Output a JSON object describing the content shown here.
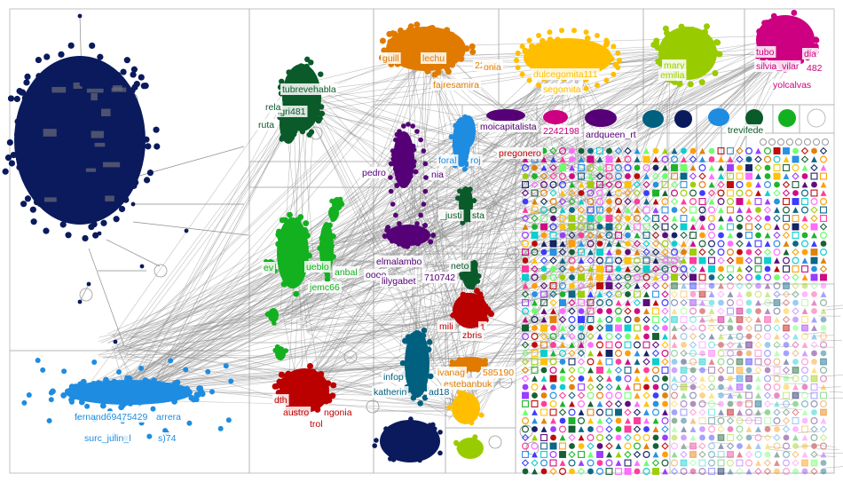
{
  "graph": {
    "colors": {
      "navy": "#0a1a5c",
      "darkgreen": "#0b5a2a",
      "orange": "#e07b00",
      "gold": "#ffbf00",
      "lime": "#99cc00",
      "magenta": "#cc0080",
      "purple": "#550077",
      "skyblue": "#1e8ce0",
      "green": "#13b020",
      "red": "#bb0000",
      "teal": "#006080",
      "edge": "#8c8c8c"
    },
    "labels": [
      {
        "text": "guill",
        "color": "#e07b00"
      },
      {
        "text": "lechu",
        "color": "#e07b00"
      },
      {
        "text": "22393",
        "color": "#e07b00"
      },
      {
        "text": "onia",
        "color": "#e07b00"
      },
      {
        "text": "fajresamira",
        "color": "#e07b00"
      },
      {
        "text": "dulcegomita111",
        "color": "#ffbf00"
      },
      {
        "text": "segomita",
        "color": "#ffbf00"
      },
      {
        "text": "mary",
        "color": "#99cc00"
      },
      {
        "text": "emilia",
        "color": "#99cc00"
      },
      {
        "text": "silvia_vilar",
        "color": "#cc0080"
      },
      {
        "text": "482",
        "color": "#cc0080"
      },
      {
        "text": "yolcalvas",
        "color": "#cc0080"
      },
      {
        "text": "tubo",
        "color": "#cc0080"
      },
      {
        "text": "dia",
        "color": "#cc0080"
      },
      {
        "text": "tubrevehabla",
        "color": "#0b5a2a"
      },
      {
        "text": "lgri481",
        "color": "#0b5a2a"
      },
      {
        "text": "rela",
        "color": "#0b5a2a"
      },
      {
        "text": "ruta",
        "color": "#0b5a2a"
      },
      {
        "text": "moicapitalista",
        "color": "#550077"
      },
      {
        "text": "2242198",
        "color": "#cc0080"
      },
      {
        "text": "ardqueen_rt",
        "color": "#550077"
      },
      {
        "text": "trevifede",
        "color": "#0b5a2a"
      },
      {
        "text": "pregonero",
        "color": "#bb0000"
      },
      {
        "text": "foral",
        "color": "#1e8ce0"
      },
      {
        "text": "roj",
        "color": "#1e8ce0"
      },
      {
        "text": "pedro",
        "color": "#550077"
      },
      {
        "text": "nia",
        "color": "#550077"
      },
      {
        "text": "_justi",
        "color": "#0b5a2a"
      },
      {
        "text": "sta",
        "color": "#0b5a2a"
      },
      {
        "text": "elmalambo",
        "color": "#550077"
      },
      {
        "text": "oooo",
        "color": "#550077"
      },
      {
        "text": "lilygabet",
        "color": "#550077"
      },
      {
        "text": "710742",
        "color": "#550077"
      },
      {
        "text": "neto",
        "color": "#0b5a2a"
      },
      {
        "text": "ev",
        "color": "#13b020"
      },
      {
        "text": "ueblo",
        "color": "#13b020"
      },
      {
        "text": "anbal",
        "color": "#13b020"
      },
      {
        "text": "jemc66",
        "color": "#13b020"
      },
      {
        "text": "mili",
        "color": "#bb0000"
      },
      {
        "text": "1",
        "color": "#bb0000"
      },
      {
        "text": "zbris",
        "color": "#bb0000"
      },
      {
        "text": "ivanag",
        "color": "#e07b00"
      },
      {
        "text": "585190",
        "color": "#e07b00"
      },
      {
        "text": "estebanbuk",
        "color": "#e07b00"
      },
      {
        "text": "infop",
        "color": "#006080"
      },
      {
        "text": "katherin",
        "color": "#006080"
      },
      {
        "text": "ad18",
        "color": "#006080"
      },
      {
        "text": "dth",
        "color": "#bb0000"
      },
      {
        "text": "austro",
        "color": "#bb0000"
      },
      {
        "text": "ngonia",
        "color": "#bb0000"
      },
      {
        "text": "trol",
        "color": "#bb0000"
      },
      {
        "text": "fernand69475429",
        "color": "#1e8ce0"
      },
      {
        "text": "arrera",
        "color": "#1e8ce0"
      },
      {
        "text": "surc_julin_l",
        "color": "#1e8ce0"
      },
      {
        "text": "s)74",
        "color": "#1e8ce0"
      }
    ]
  }
}
